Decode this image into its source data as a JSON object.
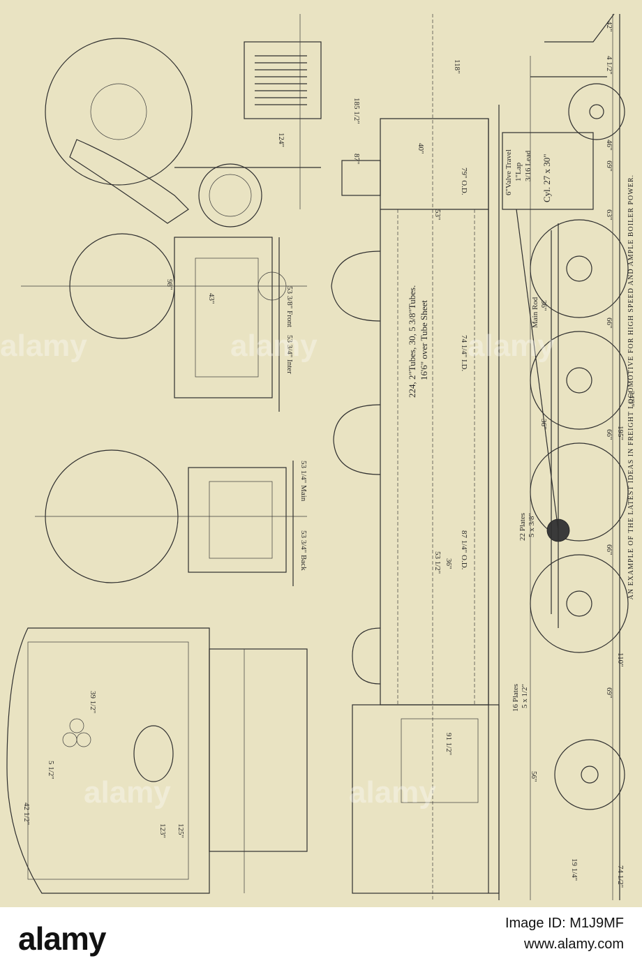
{
  "caption": "AN EXAMPLE OF THE LATEST IDEAS IN FREIGHT LOCOMOTIVE FOR HIGH SPEED AND AMPLE BOILER POWER.",
  "dimensions": {
    "tubes": "224, 2\"Tubes, 30, 5 3/8\"Tubes.",
    "tube_sheet": "16'6\" over Tube Sheet",
    "valve_travel": "6\"Valve Travel",
    "lap": "1\"Lap",
    "lead": "3/16 Lead",
    "cylinder": "Cyl. 27 x 30\"",
    "plates_22": "22 Plates",
    "plates_22_size": "5 x 3/8\"",
    "plates_16": "16 Plates",
    "plates_16_size": "5 x 1/2\"",
    "main_rod": "Main Rod",
    "od_1": "79\" O.D.",
    "od_2": "87 1/4\" O.D.",
    "id_1": "74 1/4\" I.D.",
    "d_118": "118\"",
    "d_185": "185 1/2\"",
    "d_87": "87\"",
    "d_40": "40\"",
    "d_53": "53\"",
    "d_53b": "53 1/2\"",
    "d_36": "36\"",
    "d_36b": "36\"",
    "d_36c": "36\"",
    "d_69a": "69\"",
    "d_63": "63\"",
    "d_66a": "66\"",
    "d_66b": "66\"",
    "d_66c": "66\"",
    "d_69b": "69\"",
    "d_42": "42\"",
    "d_4h": "4 1/2\"",
    "d_46": "46\"",
    "d_195": "195\"",
    "d_349": "34'9\"",
    "d_110": "110\"",
    "d_74h": "74 1/2\"",
    "d_19h": "19 1/4\"",
    "d_91h": "91 1/2\"",
    "d_56": "56\"",
    "d_124": "124\"",
    "d_98": "98\"",
    "d_43": "43\"",
    "d_123": "123\"",
    "d_125": "125\"",
    "d_39h": "39 1/2\"",
    "d_5h": "5 1/2\"",
    "d_421": "42 1/2\"",
    "front": "53 3/8\" Front",
    "inter": "53 3/4\" Inter",
    "main": "53 1/4\" Main",
    "back": "53 3/4\" Back"
  },
  "watermark": "alamy",
  "footer": {
    "logo": "alamy",
    "image_id": "Image ID: M1J9MF",
    "url": "www.alamy.com"
  },
  "colors": {
    "paper": "#e9e3c2",
    "ink": "#2e2e2e",
    "footer_bg": "#ffffff"
  }
}
